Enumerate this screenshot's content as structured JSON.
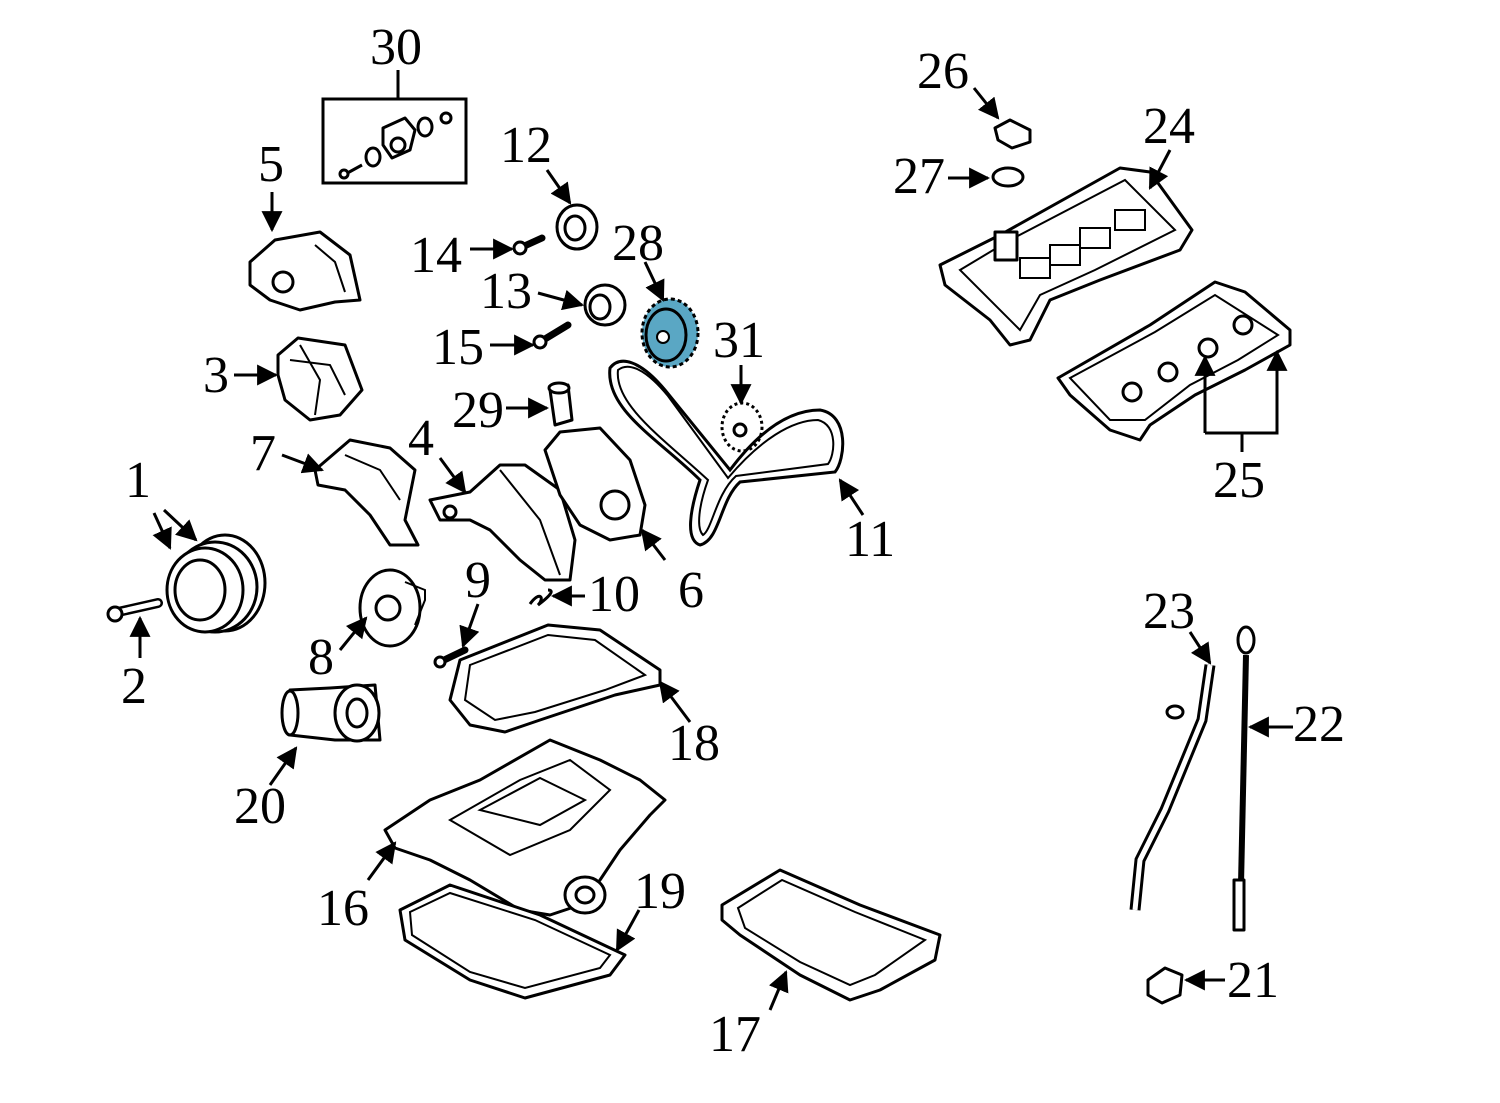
{
  "diagram": {
    "highlight_color": "#5aa7c4",
    "callouts": [
      "1",
      "2",
      "3",
      "4",
      "5",
      "6",
      "7",
      "8",
      "9",
      "10",
      "11",
      "12",
      "13",
      "14",
      "15",
      "16",
      "17",
      "18",
      "19",
      "20",
      "21",
      "22",
      "23",
      "24",
      "25",
      "26",
      "27",
      "28",
      "29",
      "30",
      "31"
    ]
  }
}
